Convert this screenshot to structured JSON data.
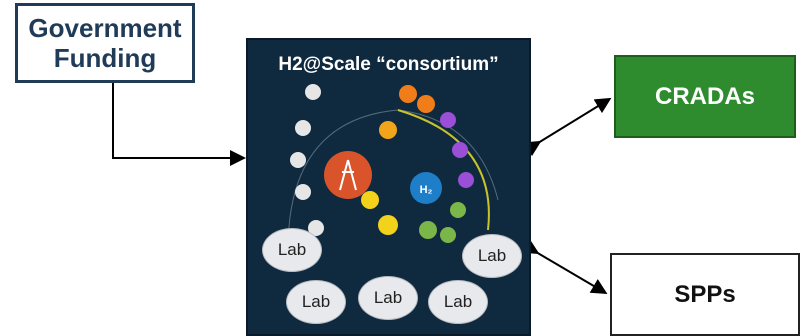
{
  "government_funding": {
    "line1": "Government",
    "line2": "Funding"
  },
  "consortium": {
    "title": "H2@Scale “consortium”"
  },
  "labs": [
    "Lab",
    "Lab",
    "Lab",
    "Lab",
    "Lab"
  ],
  "cradas": {
    "label": "CRADAs"
  },
  "spps": {
    "label": "SPPs"
  },
  "colors": {
    "navy": "#0f2a3f",
    "green": "#2e8b2e",
    "gov_text": "#1f3b57"
  }
}
